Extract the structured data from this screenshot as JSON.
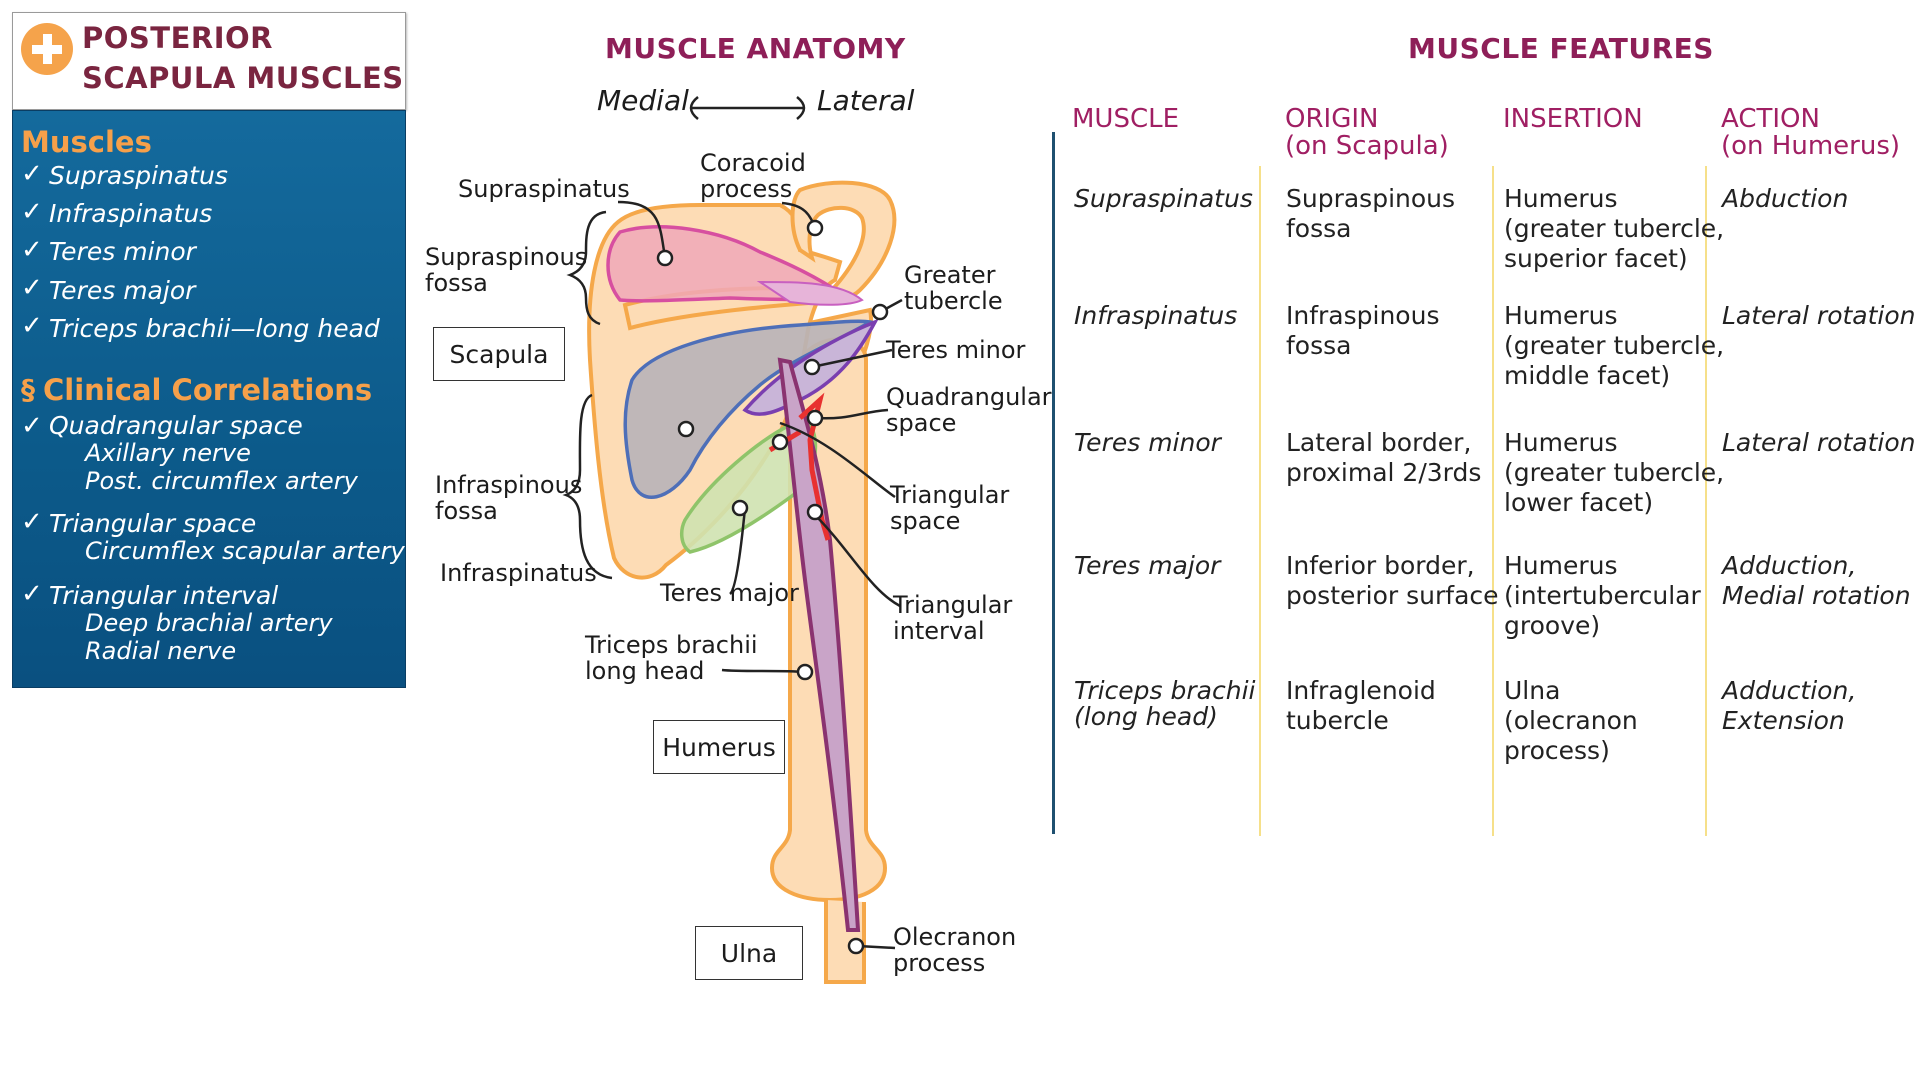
{
  "title": {
    "line1": "POSTERIOR",
    "line2": "SCAPULA MUSCLES"
  },
  "panel": {
    "muscles_heading": "Muscles",
    "muscles": [
      "Supraspinatus",
      "Infraspinatus",
      "Teres minor",
      "Teres major",
      "Triceps brachii—long head"
    ],
    "clinical_heading": "Clinical Correlations",
    "clinical": [
      {
        "name": "Quadrangular space",
        "subs": [
          "Axillary nerve",
          "Post. circumflex artery"
        ]
      },
      {
        "name": "Triangular space",
        "subs": [
          "Circumflex scapular artery"
        ]
      },
      {
        "name": "Triangular interval",
        "subs": [
          "Deep brachial artery",
          "Radial nerve"
        ]
      }
    ]
  },
  "anatomy": {
    "heading": "MUSCLE ANATOMY",
    "medial": "Medial",
    "lateral": "Lateral",
    "labels": {
      "supraspinatus": "Supraspinatus",
      "coracoid": [
        "Coracoid",
        "process"
      ],
      "supraspinous_fossa": [
        "Supraspinous",
        "fossa"
      ],
      "greater_tubercle": [
        "Greater",
        "tubercle"
      ],
      "scapula": "Scapula",
      "teres_minor": "Teres minor",
      "quadrangular_space": [
        "Quadrangular",
        "space"
      ],
      "infraspinous_fossa": [
        "Infraspinous",
        "fossa"
      ],
      "triangular_space": [
        "Triangular",
        "space"
      ],
      "infraspinatus": "Infraspinatus",
      "teres_major": "Teres major",
      "triangular_interval": [
        "Triangular",
        "interval"
      ],
      "triceps": [
        "Triceps brachii",
        "long head"
      ],
      "humerus": "Humerus",
      "ulna": "Ulna",
      "olecranon": [
        "Olecranon",
        "process"
      ]
    }
  },
  "features": {
    "heading": "MUSCLE FEATURES",
    "columns": [
      {
        "title": "MUSCLE",
        "sub": ""
      },
      {
        "title": "ORIGIN",
        "sub": "(on Scapula)"
      },
      {
        "title": "INSERTION",
        "sub": ""
      },
      {
        "title": "ACTION",
        "sub": "(on Humerus)"
      }
    ],
    "rows": [
      {
        "muscle": [
          "Supraspinatus"
        ],
        "origin": [
          "Supraspinous",
          "fossa"
        ],
        "insertion": [
          "Humerus",
          "(greater tubercle,",
          "superior facet)"
        ],
        "action": [
          "Abduction"
        ]
      },
      {
        "muscle": [
          "Infraspinatus"
        ],
        "origin": [
          "Infraspinous",
          "fossa"
        ],
        "insertion": [
          "Humerus",
          "(greater tubercle,",
          "middle facet)"
        ],
        "action": [
          "Lateral rotation"
        ]
      },
      {
        "muscle": [
          "Teres minor"
        ],
        "origin": [
          "Lateral border,",
          "proximal 2/3rds"
        ],
        "insertion": [
          "Humerus",
          "(greater tubercle,",
          "lower facet)"
        ],
        "action": [
          "Lateral rotation"
        ]
      },
      {
        "muscle": [
          "Teres major"
        ],
        "origin": [
          "Inferior border,",
          "posterior surface"
        ],
        "insertion": [
          "Humerus",
          "(intertubercular",
          "groove)"
        ],
        "action": [
          "Adduction,",
          "Medial rotation"
        ]
      },
      {
        "muscle": [
          "Triceps brachii",
          "(long head)"
        ],
        "origin": [
          "Infraglenoid",
          "tubercle"
        ],
        "insertion": [
          "Ulna",
          "(olecranon",
          "process)"
        ],
        "action": [
          "Adduction,",
          "Extension"
        ]
      }
    ]
  },
  "colors": {
    "title_text": "#7a2540",
    "panel_blue": "#0c5a8a",
    "panel_heading": "#f6a04a",
    "section_title": "#8e1f58",
    "column_head": "#a01f63",
    "bone_fill": "#fddcb5",
    "bone_outline": "#f5a84a",
    "supraspinatus": "#f0a8b8",
    "infraspinatus": "#b8b2b8",
    "teres_minor": "#c9b5d8",
    "teres_major": "#cfe2b0",
    "triceps": "#8a3370",
    "artery": "#e8312f",
    "table_divider": "#f6e08a"
  }
}
